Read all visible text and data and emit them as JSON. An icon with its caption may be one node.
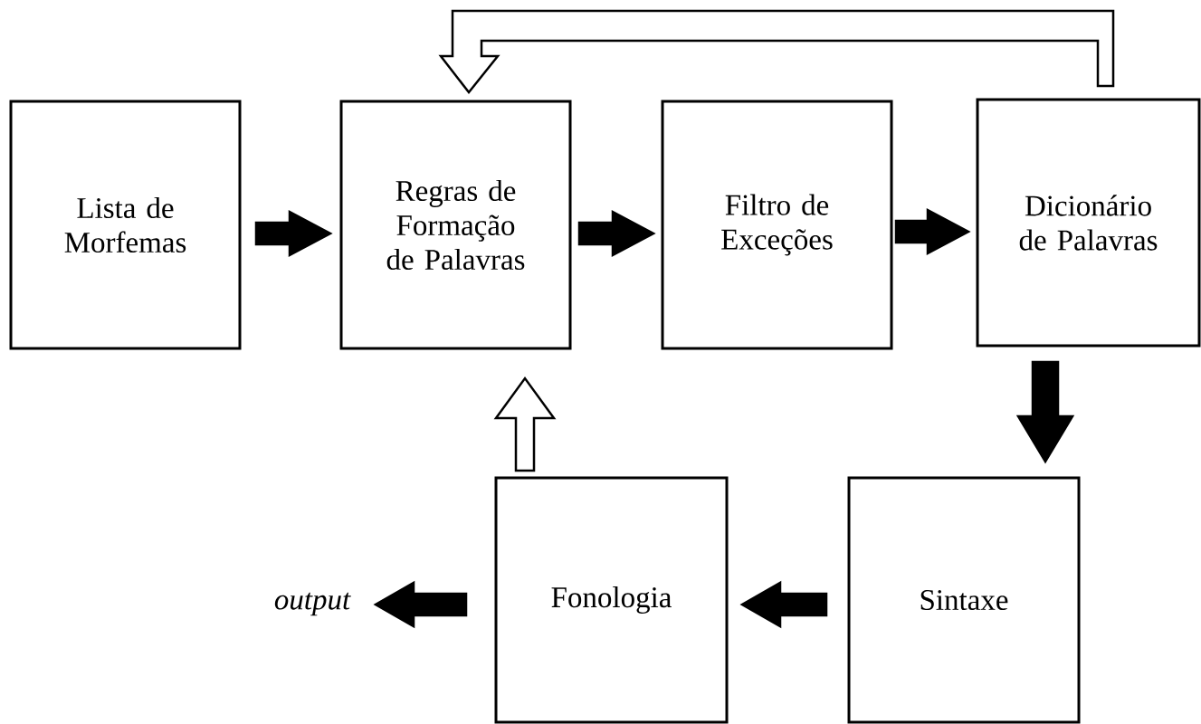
{
  "diagram": {
    "nodes": [
      {
        "text": [
          "Lista de Morfemas"
        ]
      },
      {
        "text": [
          "Regras de Formação de Palavras"
        ]
      },
      {
        "text": [
          "Filtro de Exceções"
        ]
      },
      {
        "text": [
          "Dicionário de Palavras"
        ]
      },
      {
        "text": [
          "Sintaxe"
        ]
      },
      {
        "text": [
          "Fonologia"
        ]
      },
      {
        "text": [
          "output"
        ]
      }
    ],
    "edges": [
      {
        "from": 0,
        "to": 1,
        "arrow": "to"
      },
      {
        "from": 1,
        "to": 2,
        "arrow": "to"
      },
      {
        "from": 2,
        "to": 3,
        "arrow": "to"
      },
      {
        "from": 3,
        "to": 4,
        "arrow": "to"
      },
      {
        "from": 4,
        "to": 5,
        "arrow": "to"
      },
      {
        "from": 5,
        "to": 6,
        "arrow": "to"
      },
      {
        "from": 5,
        "to": 1,
        "arrow": "to",
        "color": "#ffffff"
      },
      {
        "from": 3,
        "to": 1,
        "arrow": "to",
        "color": "#ffffff"
      }
    ]
  }
}
